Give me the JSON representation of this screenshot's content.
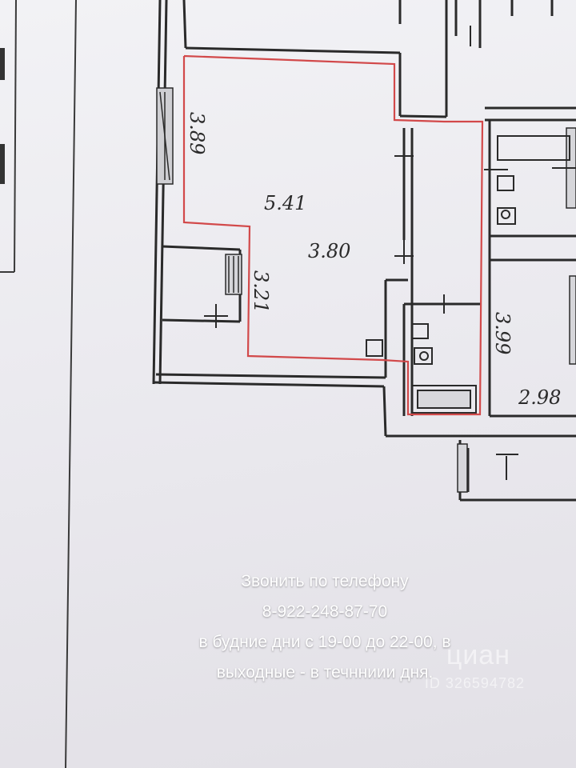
{
  "plan": {
    "dimensions": {
      "top_room_height": "3.89",
      "top_room_width": "5.41",
      "bottom_room_width": "3.80",
      "bottom_room_height": "3.21",
      "right_room_height": "3.99",
      "right_room_width": "2.98"
    },
    "highlight_color": "#d2494a",
    "line_color": "#2a2a2a"
  },
  "caption": {
    "line1": "Звонить по телефону",
    "line2": "8-922-248-87-70",
    "line3": "в будние дни с 19-00 до 22-00, в",
    "line4": "выходные - в течнниии дня."
  },
  "watermark": {
    "logo": "циан",
    "id": "ID 326594782"
  }
}
